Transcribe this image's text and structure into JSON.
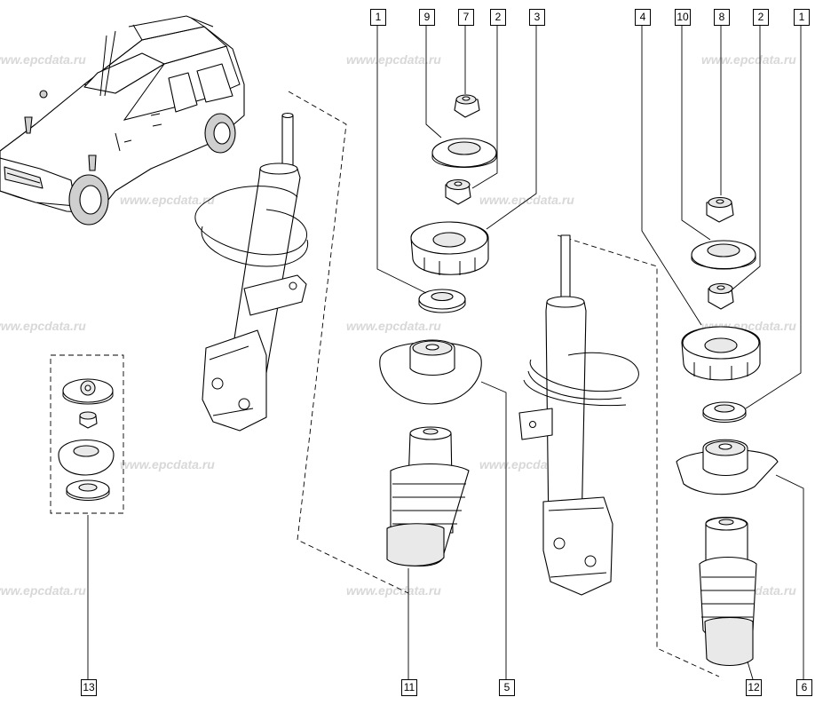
{
  "watermark": "www.epcdata.ru",
  "callouts": {
    "c1a": "1",
    "c9": "9",
    "c7": "7",
    "c2a": "2",
    "c3": "3",
    "c4": "4",
    "c10": "10",
    "c8": "8",
    "c2b": "2",
    "c1b": "1",
    "c13": "13",
    "c11": "11",
    "c5": "5",
    "c12": "12",
    "c6": "6"
  }
}
